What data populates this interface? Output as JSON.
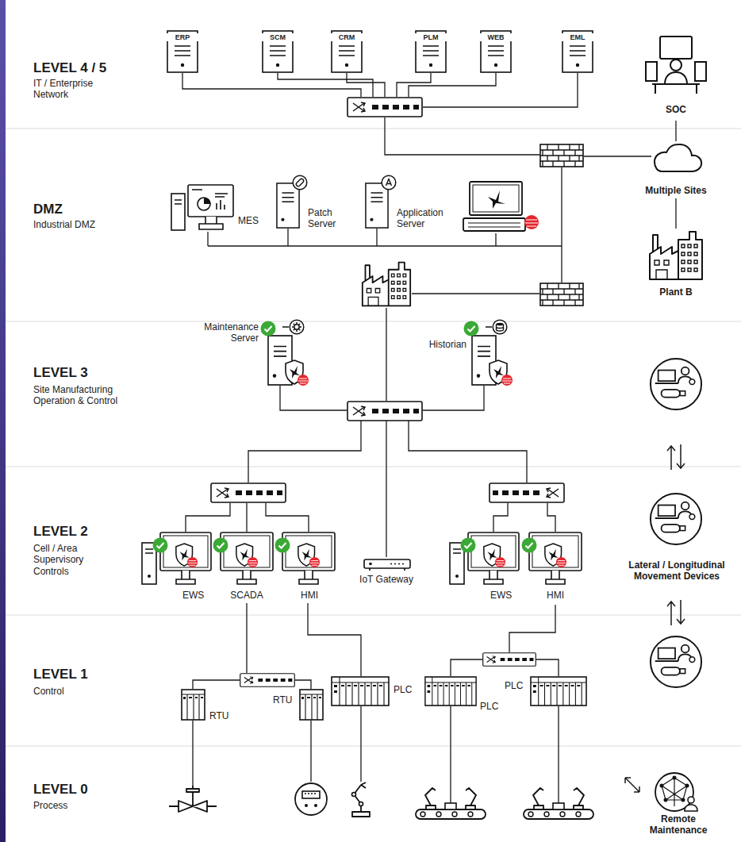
{
  "diagram": {
    "nodes": [
      {
        "text": [
          "LEVEL 4 / 5",
          "IT / Enterprise Network"
        ]
      },
      {
        "text": [
          "ERP"
        ],
        "in": 0
      },
      {
        "text": [
          "SCM"
        ],
        "in": 0
      },
      {
        "text": [
          "CRM"
        ],
        "in": 0
      },
      {
        "text": [
          "PLM"
        ],
        "in": 0
      },
      {
        "text": [
          "WEB"
        ],
        "in": 0
      },
      {
        "text": [
          "EML"
        ],
        "in": 0
      },
      {
        "text": [
          "SOC"
        ],
        "in": 0
      },
      {
        "text": [
          "DMZ",
          "Industrial DMZ"
        ]
      },
      {
        "text": [
          "MES"
        ],
        "in": 8
      },
      {
        "text": [
          "Patch Server"
        ],
        "in": 8
      },
      {
        "text": [
          "Application Server"
        ],
        "in": 8
      },
      {
        "text": [
          "Multiple Sites"
        ],
        "in": 8
      },
      {
        "text": [
          "Plant B"
        ],
        "in": 8
      },
      {
        "text": [
          "LEVEL 3",
          "Site Manufacturing Operation & Control"
        ]
      },
      {
        "text": [
          "Maintenance Server"
        ],
        "in": 14
      },
      {
        "text": [
          "Historian"
        ],
        "in": 14
      },
      {
        "text": [
          "LEVEL 2",
          "Cell / Area Supervisory Controls"
        ]
      },
      {
        "text": [
          "EWS"
        ],
        "in": 17
      },
      {
        "text": [
          "SCADA"
        ],
        "in": 17
      },
      {
        "text": [
          "HMI"
        ],
        "in": 17
      },
      {
        "text": [
          "IoT Gateway"
        ],
        "in": 17
      },
      {
        "text": [
          "EWS"
        ],
        "in": 17
      },
      {
        "text": [
          "HMI"
        ],
        "in": 17
      },
      {
        "text": [
          "Lateral / Longitudinal Movement Devices"
        ],
        "in": 17
      },
      {
        "text": [
          "LEVEL 1",
          "Control"
        ]
      },
      {
        "text": [
          "RTU"
        ],
        "in": 25
      },
      {
        "text": [
          "RTU"
        ],
        "in": 25
      },
      {
        "text": [
          "PLC"
        ],
        "in": 25
      },
      {
        "text": [
          "PLC"
        ],
        "in": 25
      },
      {
        "text": [
          "PLC"
        ],
        "in": 25
      },
      {
        "text": [
          "LEVEL 0",
          "Process"
        ]
      },
      {
        "text": [
          "Remote Maintenance"
        ],
        "in": 31
      }
    ],
    "edges": [
      {
        "from": 7,
        "to": 12,
        "arrow": "none"
      },
      {
        "from": 12,
        "to": 13,
        "arrow": "none"
      },
      {
        "from": 20,
        "to": 28,
        "arrow": "none"
      }
    ]
  }
}
